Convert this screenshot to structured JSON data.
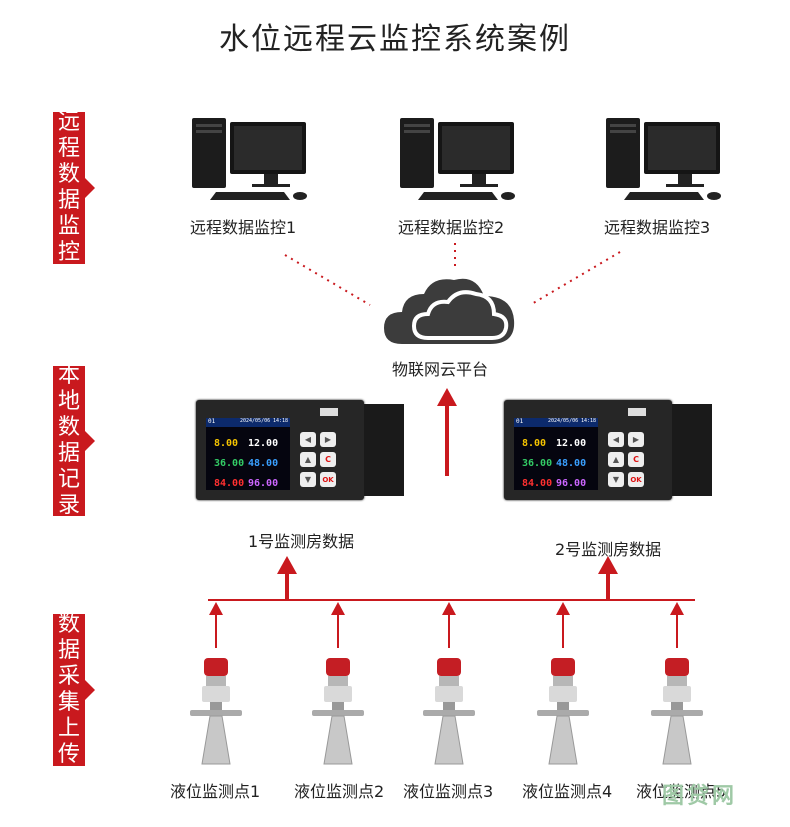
{
  "title": "水位远程云监控系统案例",
  "sections": [
    "远程数据监控",
    "本地数据记录",
    "数据采集上传"
  ],
  "computers": [
    {
      "label": "远程数据监控1"
    },
    {
      "label": "远程数据监控2"
    },
    {
      "label": "远程数据监控3"
    }
  ],
  "cloud": {
    "label": "物联网云平台"
  },
  "recorders": [
    {
      "label": "1号监测房数据",
      "header_left": "01",
      "header_mid": "2024/05/06",
      "header_right": "14:18",
      "values": [
        "8.00",
        "12.00",
        "36.00",
        "48.00",
        "84.00",
        "96.00"
      ]
    },
    {
      "label": "2号监测房数据",
      "header_left": "01",
      "header_mid": "2024/05/06",
      "header_right": "14:18",
      "values": [
        "8.00",
        "12.00",
        "36.00",
        "48.00",
        "84.00",
        "96.00"
      ]
    }
  ],
  "button_labels": {
    "c": "C",
    "ok": "OK"
  },
  "sensors": [
    {
      "label": "液位监测点1"
    },
    {
      "label": "液位监测点2"
    },
    {
      "label": "液位监测点3"
    },
    {
      "label": "液位监测点4"
    },
    {
      "label": "液位监测点5"
    }
  ],
  "watermark": "图贷网",
  "colors": {
    "accent": "#c9191e",
    "value_colors": [
      "#f5c400",
      "#ffffff",
      "#33cc66",
      "#3aa0ff",
      "#ff3030",
      "#cc66ff"
    ]
  }
}
